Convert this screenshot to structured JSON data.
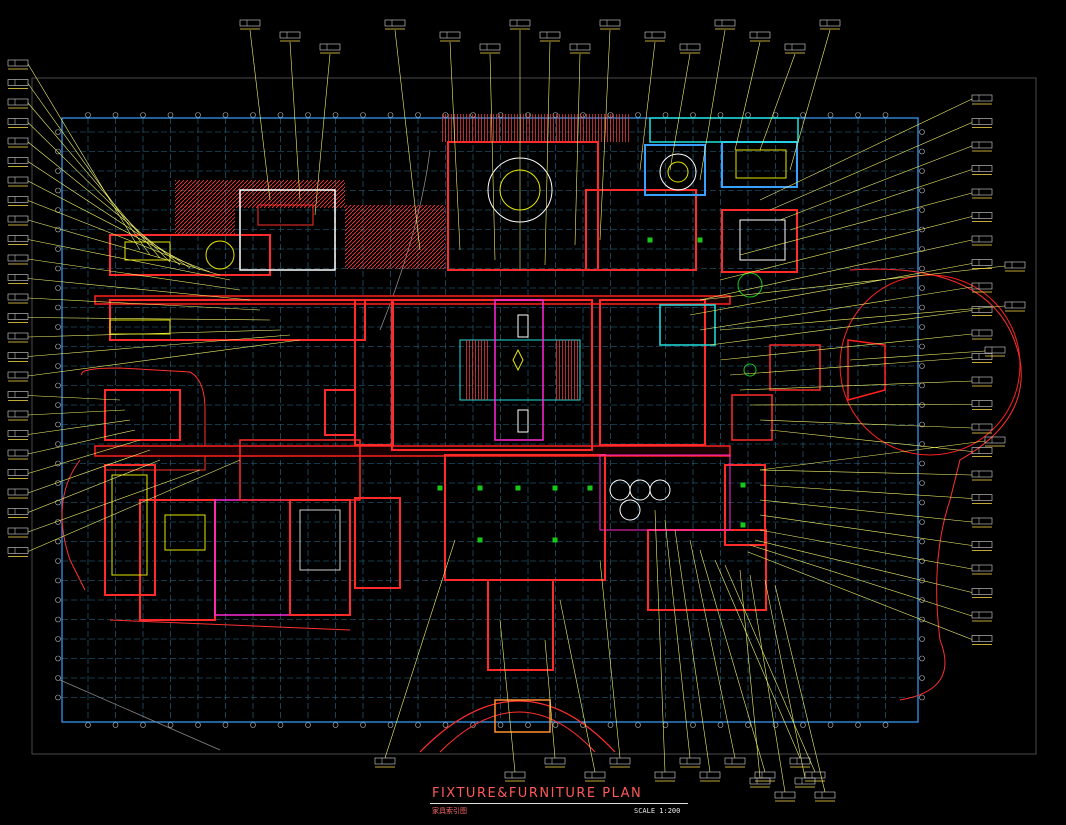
{
  "title": "FIXTURE&FURNITURE PLAN",
  "subtitle": "家具索引图",
  "scale": "SCALE 1:200",
  "colors": {
    "background": "#000000",
    "grid": "#2a6f8f",
    "wall": "#ff2a2a",
    "wall_outline": "#ffffff",
    "partition": "#ff2ad4",
    "fixture": "#e6e600",
    "highlight_blue": "#3aa0ff",
    "highlight_cyan": "#20e0e0",
    "green": "#18c818",
    "leader": "#f2f26a",
    "tag_border": "#d8d8d8",
    "hatch": "#ff4040"
  },
  "legend_icons": [
    "column-grid-icon",
    "round-table-icon",
    "leader-tag-icon",
    "door-swing-icon"
  ]
}
